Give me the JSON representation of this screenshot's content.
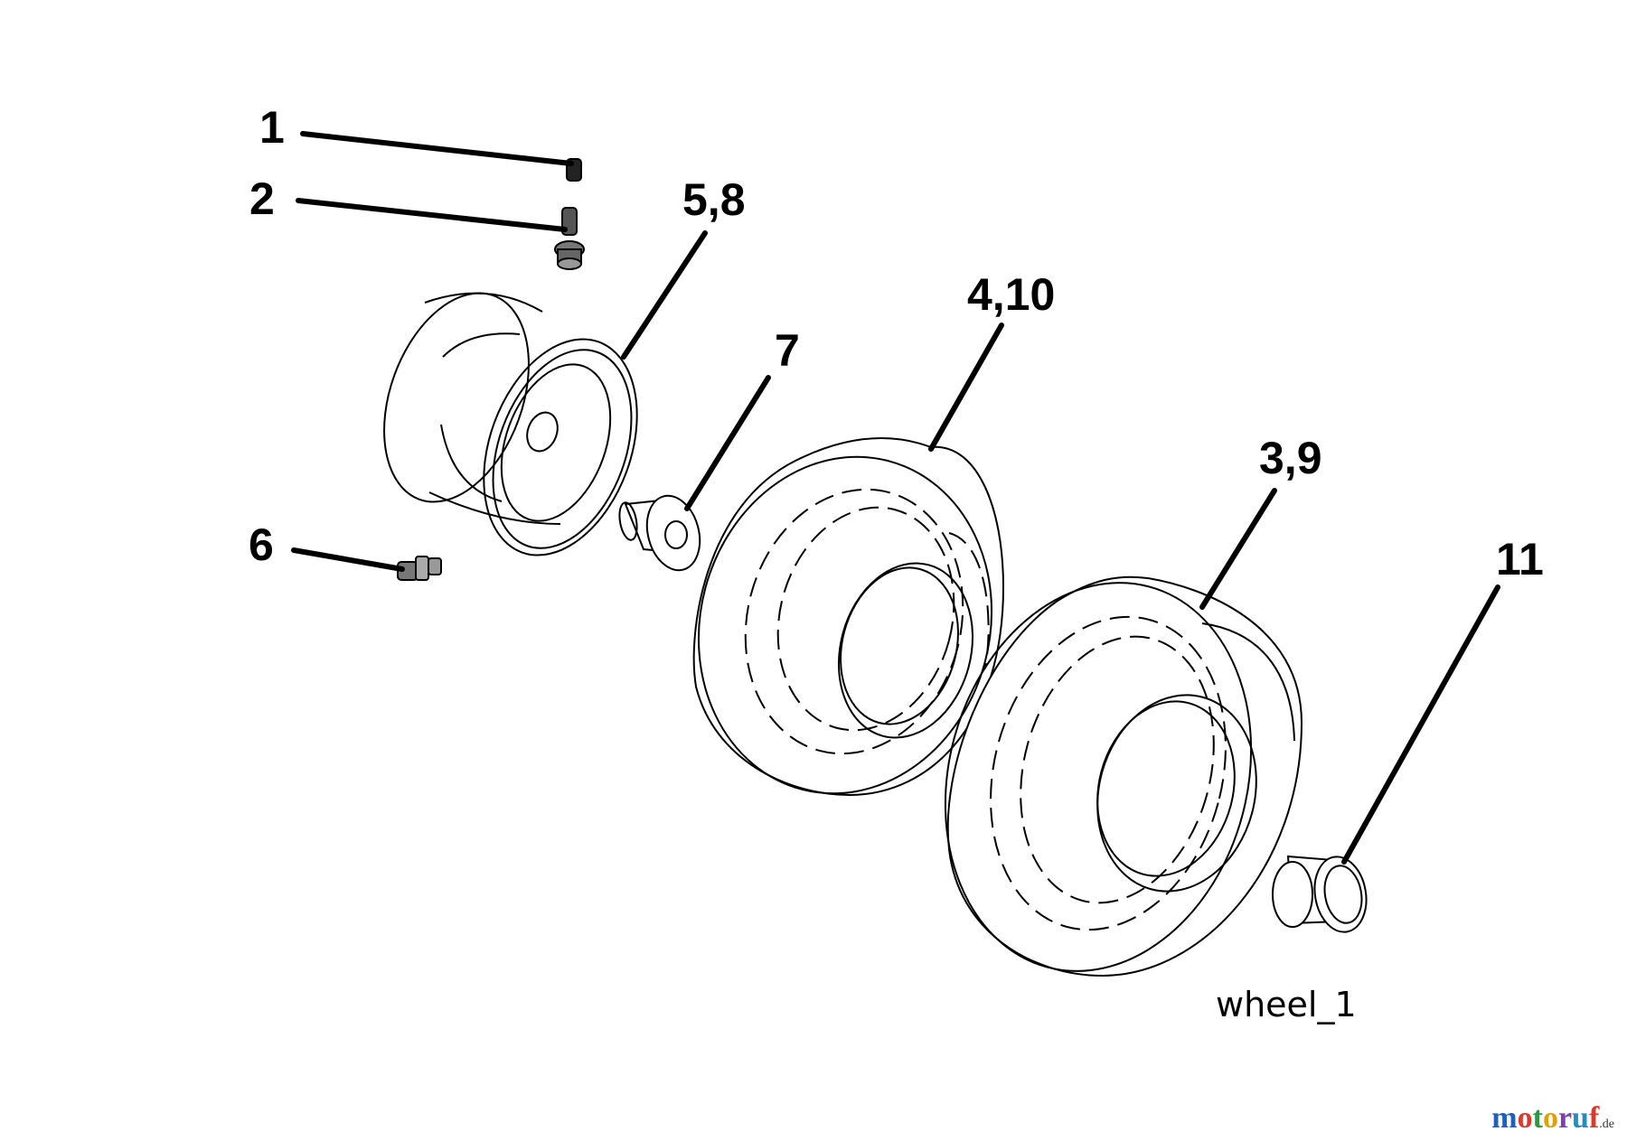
{
  "callouts": {
    "c1": "1",
    "c2": "2",
    "c58": "5,8",
    "c6": "6",
    "c7": "7",
    "c410": "4,10",
    "c39": "3,9",
    "c11": "11"
  },
  "figure_id": "wheel_1",
  "watermark": {
    "name": "motoruf",
    "tld": ".de",
    "colors": [
      "#1f5fbf",
      "#d83a2c",
      "#2b9a3f",
      "#e0a100",
      "#7a3fb0",
      "#1f8fbf",
      "#d83a2c"
    ]
  }
}
